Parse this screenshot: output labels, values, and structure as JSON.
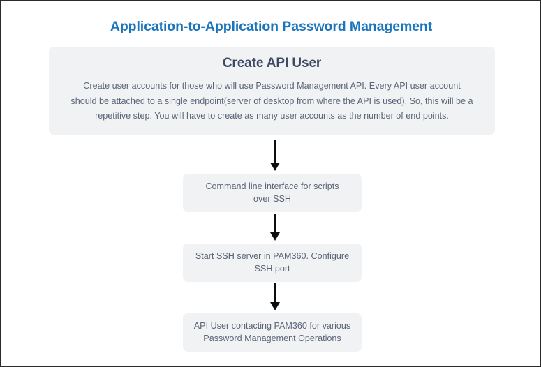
{
  "diagram": {
    "title": "Application-to-Application Password Management",
    "title_color": "#1b75bc",
    "box_fill_color": "#f1f2f4",
    "heading_color": "#3d4a63",
    "body_text_color": "#5b6579",
    "arrow_color": "#0d0d0d",
    "canvas_background": "#ffffff",
    "border_color": "#2b2b2b"
  },
  "nodes": [
    {
      "id": "create-api-user",
      "heading": "Create API User",
      "body": "Create user accounts for those who will use Password Management API. Every API user account should be attached to a single endpoint(server of desktop from where the API is used). So, this will be a repetitive step. You will have to create as many user accounts as the number of end points."
    },
    {
      "id": "cli-scripts",
      "line1": "Command line interface for scripts",
      "line2": "over SSH"
    },
    {
      "id": "start-ssh-server",
      "line1": "Start SSH server in PAM360. Configure",
      "line2": "SSH port"
    },
    {
      "id": "api-user-contacting",
      "line1": "API User contacting PAM360 for various",
      "line2": "Password Management Operations"
    }
  ],
  "connectors": [
    {
      "id": "arrow-1",
      "from": "create-api-user",
      "to": "cli-scripts",
      "direction": "down"
    },
    {
      "id": "arrow-2",
      "from": "cli-scripts",
      "to": "start-ssh-server",
      "direction": "down"
    },
    {
      "id": "arrow-3",
      "from": "start-ssh-server",
      "to": "api-user-contacting",
      "direction": "down"
    }
  ]
}
